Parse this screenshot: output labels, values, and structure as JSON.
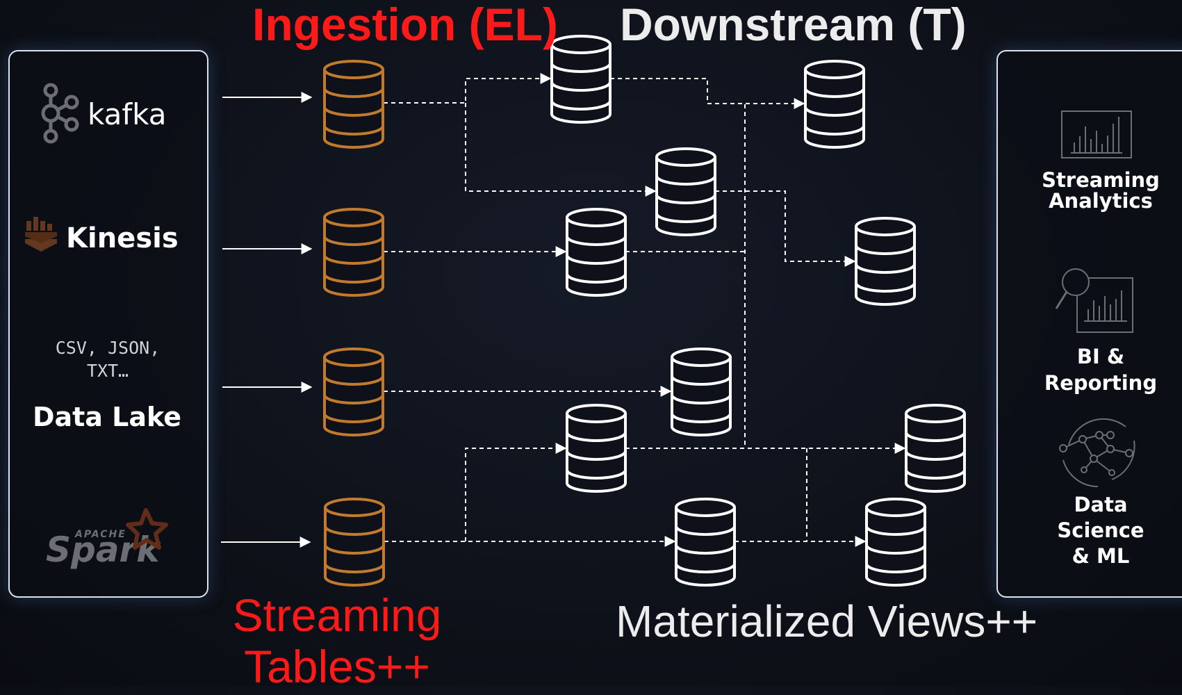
{
  "headings": {
    "ingestion": "Ingestion (EL)",
    "downstream": "Downstream (T)"
  },
  "sources": {
    "kafka": "kafka",
    "kinesis": "Kinesis",
    "file_formats": "CSV, JSON, TXT…",
    "data_lake": "Data Lake",
    "spark_logo_text": "APACHE Spark"
  },
  "consumers": {
    "streaming_analytics": [
      "Streaming",
      "Analytics"
    ],
    "bi_reporting": [
      "BI &",
      "Reporting"
    ],
    "data_science": [
      "Data",
      "Science",
      "& ML"
    ]
  },
  "footers": {
    "streaming_tables": [
      "Streaming",
      "Tables++"
    ],
    "materialized_views": "Materialized Views++"
  },
  "colors": {
    "ingestion_red": "#ff1a1a",
    "streaming_table_orange": "#c27a2c",
    "view_white": "#ffffff",
    "spark_orange": "#e25a1c",
    "kinesis_orange": "#e8792b",
    "background": "#0e1119"
  },
  "icons": {
    "kafka": "kafka-logo-icon",
    "kinesis": "kinesis-logo-icon",
    "spark": "spark-star-icon",
    "streaming_analytics": "bar-chart-icon",
    "bi_reporting": "magnifier-chart-icon",
    "data_science": "network-graph-icon",
    "table": "database-cylinder-icon"
  }
}
